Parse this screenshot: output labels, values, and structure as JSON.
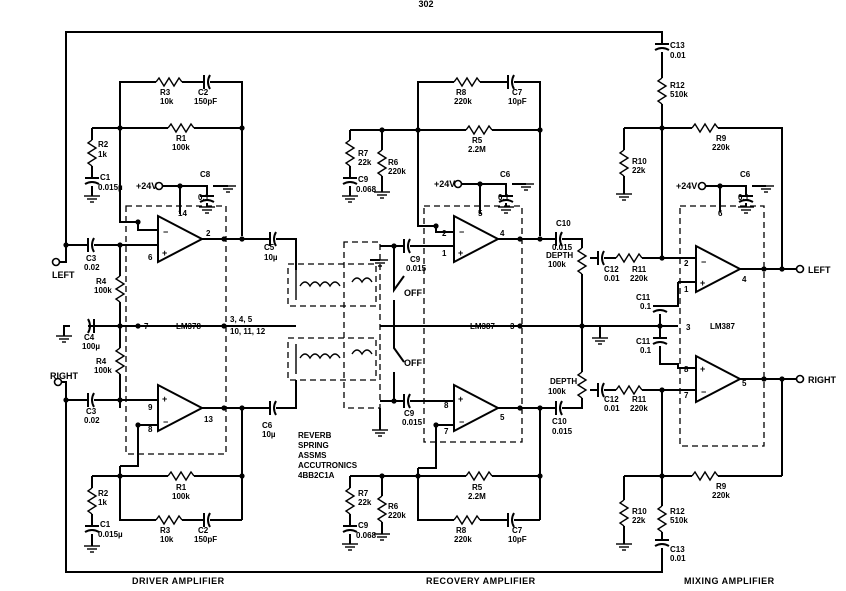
{
  "header": {
    "page_number": "302"
  },
  "sections": {
    "driver": "DRIVER AMPLIFIER",
    "recovery": "RECOVERY AMPLIFIER",
    "mixing": "MIXING AMPLIFIER"
  },
  "io": {
    "left_in": "LEFT",
    "right_in": "RIGHT",
    "left_out": "LEFT",
    "right_out": "RIGHT"
  },
  "supply": {
    "driver": "+24V",
    "recovery": "+24V",
    "mixing": "+24V"
  },
  "ic_labels": {
    "driver": "LM378",
    "recovery": "LM387",
    "mixing": "LM387"
  },
  "pins": {
    "drv_14": "14",
    "drv_2": "2",
    "drv_6": "6",
    "drv_7": "7",
    "drv_9": "9",
    "drv_8": "8",
    "drv_13": "13",
    "drv_shared": "3, 4, 5",
    "drv_shared2": "10, 11, 12",
    "rec_5": "5",
    "rec_2": "2",
    "rec_1": "1",
    "rec_4": "4",
    "rec_3": "3",
    "rec_8": "8",
    "rec_7": "7",
    "rec_5b": "5",
    "mix_6": "6",
    "mix_2": "2",
    "mix_1": "1",
    "mix_4": "4",
    "mix_3": "3",
    "mix_8": "8",
    "mix_7": "7",
    "mix_5": "5"
  },
  "components": {
    "R3": [
      "R3",
      "10k"
    ],
    "C2": [
      "C2",
      "150pF"
    ],
    "R1": [
      "R1",
      "100k"
    ],
    "R2": [
      "R2",
      "1k"
    ],
    "C1": [
      "C1",
      "0.015µ"
    ],
    "C8": [
      "C8",
      "0.1"
    ],
    "C3": [
      "C3",
      "0.02"
    ],
    "R4": [
      "R4",
      "100k"
    ],
    "C4": [
      "C4",
      "100µ"
    ],
    "C5": [
      "C5",
      "10µ"
    ],
    "R4b": [
      "R4",
      "100k"
    ],
    "C3b": [
      "C3",
      "0.02"
    ],
    "C6": [
      "C6",
      "10µ"
    ],
    "R1b": [
      "R1",
      "100k"
    ],
    "R2b": [
      "R2",
      "1k"
    ],
    "C1b": [
      "C1",
      "0.015µ"
    ],
    "R3b": [
      "R3",
      "10k"
    ],
    "C2b": [
      "C2",
      "150pF"
    ],
    "R8": [
      "R8",
      "220k"
    ],
    "C7": [
      "C7",
      "10pF"
    ],
    "R7": [
      "R7",
      "22k"
    ],
    "R5": [
      "R5",
      "2.2M"
    ],
    "R6": [
      "R6",
      "220k"
    ],
    "C9": [
      "C9",
      "0.068"
    ],
    "C6r": [
      "C6",
      "0.1"
    ],
    "C9a": [
      "C9",
      "0.015"
    ],
    "C10": [
      "C10",
      "0.015"
    ],
    "DEPTH": [
      "DEPTH",
      "100k"
    ],
    "C9b": [
      "C9",
      "0.015"
    ],
    "C10b": [
      "C10",
      "0.015"
    ],
    "DEPTHb": [
      "DEPTH",
      "100k"
    ],
    "R7b": [
      "R7",
      "22k"
    ],
    "R6b": [
      "R6",
      "220k"
    ],
    "C9c": [
      "C9",
      "0.068"
    ],
    "R5b": [
      "R5",
      "2.2M"
    ],
    "R8b": [
      "R8",
      "220k"
    ],
    "C7b": [
      "C7",
      "10pF"
    ],
    "C13": [
      "C13",
      "0.01"
    ],
    "R12": [
      "R12",
      "510k"
    ],
    "R9": [
      "R9",
      "220k"
    ],
    "R10": [
      "R10",
      "22k"
    ],
    "C6m": [
      "C6",
      "0.1"
    ],
    "C12": [
      "C12",
      "0.01"
    ],
    "R11": [
      "R11",
      "220k"
    ],
    "C11": [
      "C11",
      "0.1"
    ],
    "C11b": [
      "C11",
      "0.1"
    ],
    "C12b": [
      "C12",
      "0.01"
    ],
    "R11b": [
      "R11",
      "220k"
    ],
    "R9b": [
      "R9",
      "220k"
    ],
    "R10b": [
      "R10",
      "22k"
    ],
    "R12b": [
      "R12",
      "510k"
    ],
    "C13b": [
      "C13",
      "0.01"
    ]
  },
  "switches": {
    "top": "OFF",
    "bottom": "OFF"
  },
  "reverb": {
    "line1": "REVERB",
    "line2": "SPRING",
    "line3": "ASSMS",
    "line4": "ACCUTRONICS",
    "line5": "4BB2C1A"
  }
}
